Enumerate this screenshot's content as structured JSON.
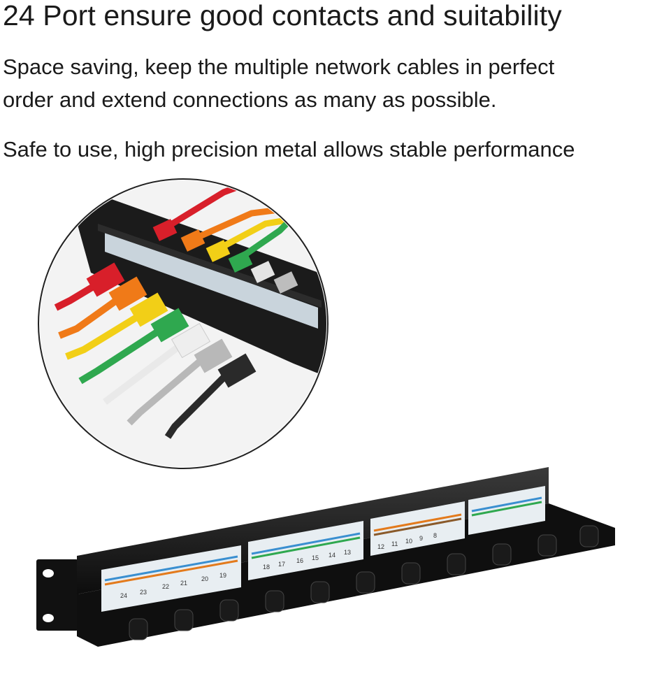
{
  "headline": "24 Port ensure good contacts and suitability",
  "paragraph1": {
    "line1": "Space saving, keep the multiple network cables in perfect",
    "line2": "order and extend connections as many as possible."
  },
  "paragraph2": "Safe to use, high precision metal allows stable performance",
  "images": {
    "closeup": "cable-closeup-photo",
    "panel": "patch-panel-photo"
  },
  "panel": {
    "port_labels": [
      "24",
      "23",
      "22",
      "21",
      "20",
      "19",
      "18",
      "17",
      "16",
      "15",
      "14",
      "13",
      "12",
      "11",
      "10",
      "9",
      "8"
    ]
  },
  "cable_colors": [
    "#d81f2a",
    "#f07a18",
    "#f2cf17",
    "#2fa84f",
    "#e9e9e9",
    "#b8b8b8",
    "#2a2a2a"
  ]
}
